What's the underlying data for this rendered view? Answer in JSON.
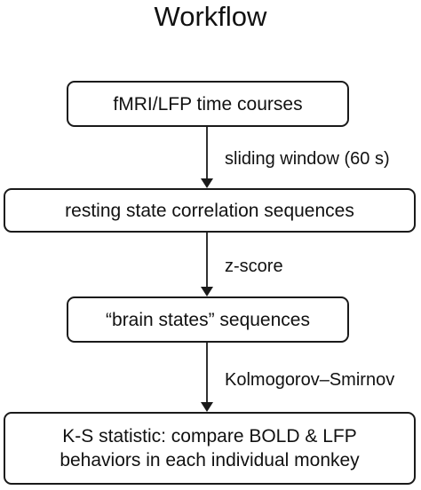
{
  "title": "Workflow",
  "steps": [
    {
      "label": "fMRI/LFP time courses"
    },
    {
      "label": "resting state correlation sequences"
    },
    {
      "label": "“brain states” sequences"
    },
    {
      "label": "K-S statistic: compare BOLD & LFP behaviors in each individual monkey"
    }
  ],
  "transitions": [
    {
      "label": "sliding window (60 s)"
    },
    {
      "label": "z-score"
    },
    {
      "label": "Kolmogorov–Smirnov"
    }
  ]
}
